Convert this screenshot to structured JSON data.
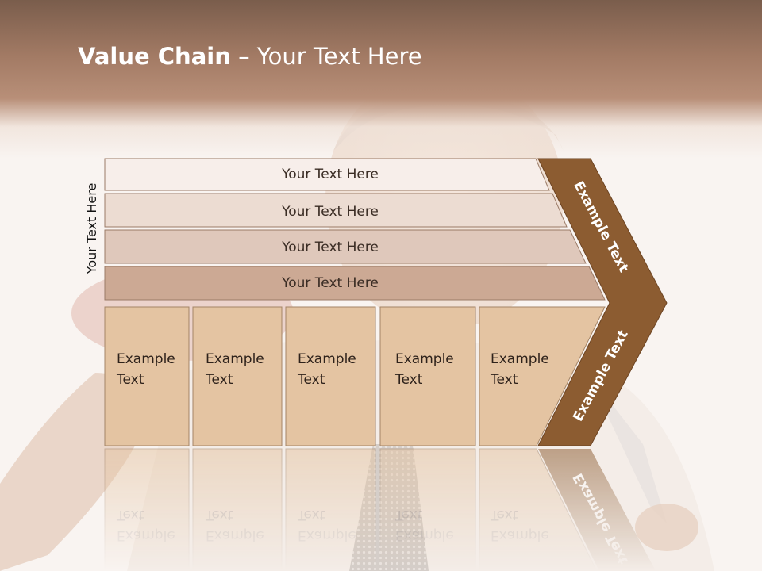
{
  "slide": {
    "title_bold": "Value Chain",
    "title_rest": " – Your Text Here",
    "side_label": "Your Text Here"
  },
  "rows": [
    {
      "label": "Your Text Here"
    },
    {
      "label": "Your Text Here"
    },
    {
      "label": "Your Text Here"
    },
    {
      "label": "Your Text Here"
    }
  ],
  "boxes": [
    {
      "line1": "Example",
      "line2": "Text"
    },
    {
      "line1": "Example",
      "line2": "Text"
    },
    {
      "line1": "Example",
      "line2": "Text"
    },
    {
      "line1": "Example",
      "line2": "Text"
    },
    {
      "line1": "Example",
      "line2": "Text"
    }
  ],
  "chevron": {
    "upper_label": "Example Text",
    "lower_label": "Example Text"
  },
  "colors": {
    "header": "#a27a64",
    "chevron": "#8c5c31",
    "box_fill": "#e4c4a2",
    "row_fills": [
      "#f7eeea",
      "#ecdcd2",
      "#dfc8bb",
      "#cca994"
    ]
  }
}
